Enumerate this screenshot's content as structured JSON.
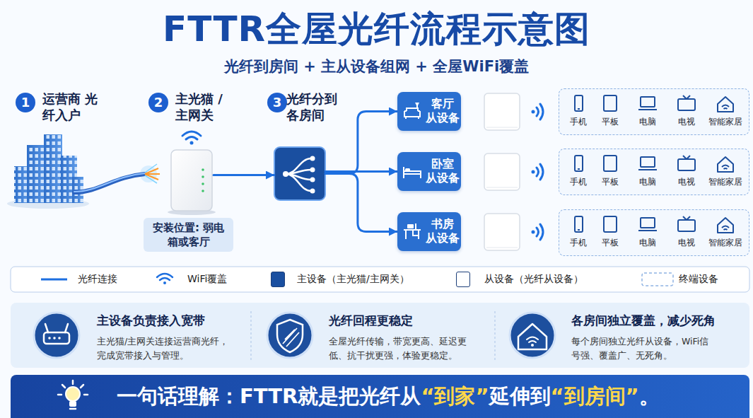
{
  "diagram": {
    "title": "FTTR全屋光纤流程示意图",
    "nodes": [
      {
        "text": [
          "运营商 光纤入户"
        ]
      },
      {
        "text": [
          "主光猫 / 主网关"
        ]
      },
      {
        "text": [
          "安装位置: 弱电箱或客厅"
        ]
      },
      {
        "text": [
          "光纤分到 各房间"
        ]
      },
      {
        "text": [
          "客厅 从设备"
        ]
      },
      {
        "text": [
          "手机",
          "平板",
          "电脑",
          "电视",
          "智能家居"
        ]
      },
      {
        "text": [
          "卧室 从设备"
        ]
      },
      {
        "text": [
          "手机",
          "平板",
          "电脑",
          "电视",
          "智能家居"
        ]
      },
      {
        "text": [
          "书房 从设备"
        ]
      },
      {
        "text": [
          "手机",
          "平板",
          "电脑",
          "电视",
          "智能家居"
        ]
      },
      {
        "text": [
          "主设备负责接入宽带",
          "主光猫/主网关连接运营商光纤，完成宽带接入与管理。"
        ]
      },
      {
        "text": [
          "光纤回程更稳定",
          "全屋光纤传输，带宽更高、延迟更低、抗干扰更强，体验更稳定。"
        ]
      },
      {
        "text": [
          "各房间独立覆盖，减少死角",
          "每个房间独立光纤从设备，WiFi信号强、覆盖广、无死角。"
        ]
      },
      {
        "text": [
          "一句话理解：FTTR就是把光纤从",
          "“到家”",
          "延伸到",
          "“到房间”",
          "。"
        ]
      }
    ],
    "edges": [
      {
        "from": 1,
        "to": 3,
        "arrow": "to"
      },
      {
        "from": 3,
        "to": 4,
        "arrow": "to"
      },
      {
        "from": 3,
        "to": 6,
        "arrow": "to"
      },
      {
        "from": 3,
        "to": 8,
        "arrow": "to"
      }
    ],
    "labels": [
      "1",
      "2",
      "3",
      "光纤到房间 + 主从设备组网 + 全屋WiFi覆盖"
    ],
    "legend": [
      {
        "text": "光纤连接"
      },
      {
        "text": "WiFi覆盖"
      },
      {
        "text": "主设备（主光猫/主网关）",
        "color": "#1a4fa0"
      },
      {
        "text": "从设备（光纤从设备）",
        "color": "#ffffff"
      },
      {
        "text": "终端设备"
      }
    ]
  }
}
